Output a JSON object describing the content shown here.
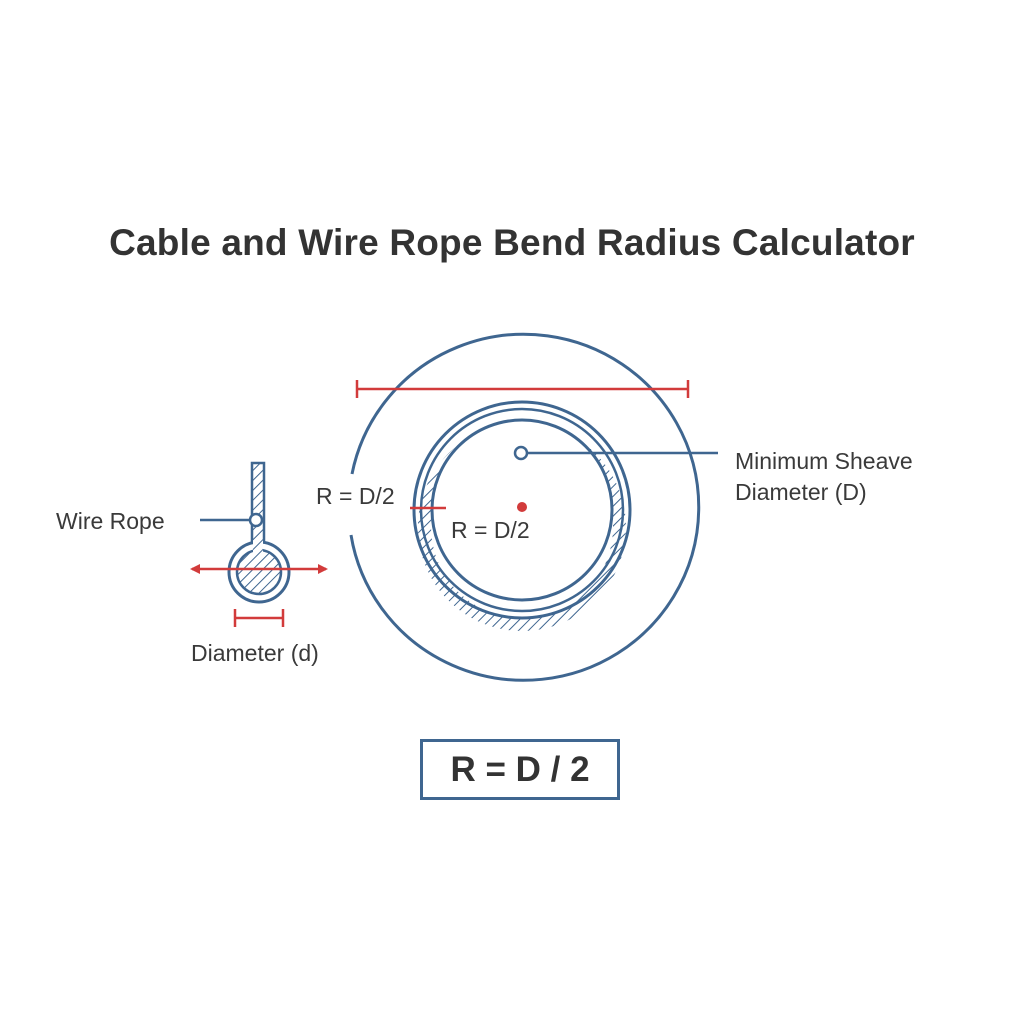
{
  "title": "Cable and Wire Rope Bend Radius Calculator",
  "labels": {
    "wire_rope": "Wire Rope",
    "rope_diameter": "Diameter (d)",
    "radius_outer": "R = D/2",
    "radius_inner": "R = D/2",
    "sheave_line1": "Minimum Sheave",
    "sheave_line2": "Diameter (D)"
  },
  "formula": "R = D / 2",
  "colors": {
    "outline": "#3f6690",
    "dimension": "#d23b3b",
    "text": "#333333"
  },
  "icons": {
    "rope_cross_section": "hatched-circle",
    "sheave": "concentric-circles-with-hatched-groove"
  }
}
